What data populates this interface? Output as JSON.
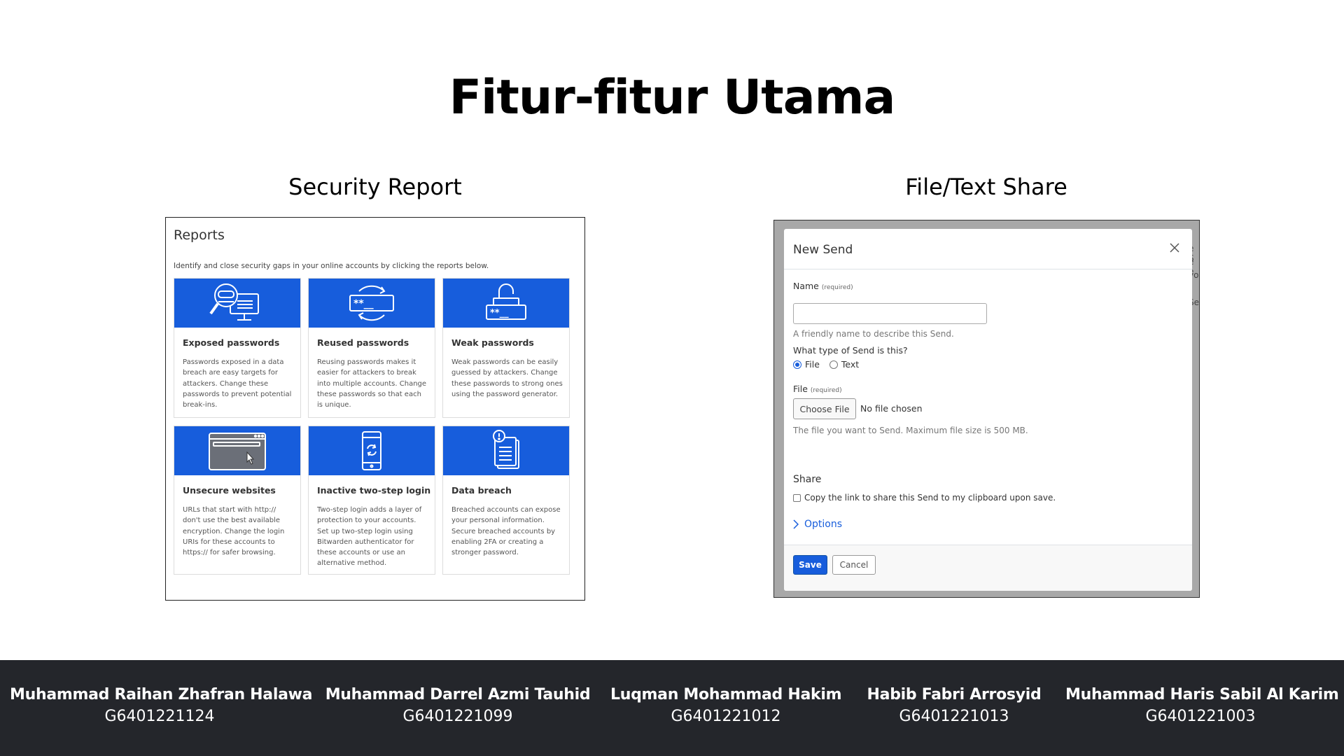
{
  "title": "Fitur-fitur Utama",
  "sections": {
    "left_label": "Security Report",
    "right_label": "File/Text Share"
  },
  "reports": {
    "title": "Reports",
    "subtitle": "Identify and close security gaps in your online accounts by clicking the reports below.",
    "banner_color": "#175ddc",
    "cards": [
      {
        "title": "Exposed passwords",
        "icon": "exposed-passwords-icon",
        "desc": "Passwords exposed in a data breach are easy targets for attackers. Change these passwords to prevent potential break-ins."
      },
      {
        "title": "Reused passwords",
        "icon": "reused-passwords-icon",
        "desc": "Reusing passwords makes it easier for attackers to break into multiple accounts. Change these passwords so that each is unique."
      },
      {
        "title": "Weak passwords",
        "icon": "weak-passwords-icon",
        "desc": "Weak passwords can be easily guessed by attackers. Change these passwords to strong ones using the password generator."
      },
      {
        "title": "Unsecure websites",
        "icon": "unsecure-websites-icon",
        "desc": "URLs that start with http:// don't use the best available encryption. Change the login URIs for these accounts to https:// for safer browsing."
      },
      {
        "title": "Inactive two-step login",
        "icon": "two-step-login-icon",
        "desc": "Two-step login adds a layer of protection to your accounts. Set up two-step login using Bitwarden authenticator for these accounts or use an alternative method."
      },
      {
        "title": "Data breach",
        "icon": "data-breach-icon",
        "desc": "Breached accounts can expose your personal information. Secure breached accounts by enabling 2FA or creating a stronger password."
      }
    ]
  },
  "send": {
    "title": "New Send",
    "name_label": "Name",
    "name_required": "(required)",
    "name_value": "",
    "name_hint": "A friendly name to describe this Send.",
    "type_label": "What type of Send is this?",
    "type_options": [
      "File",
      "Text"
    ],
    "type_selected": "File",
    "file_label": "File",
    "file_required": "(required)",
    "choose_file": "Choose File",
    "no_file": "No file chosen",
    "file_hint": "The file you want to Send. Maximum file size is 500 MB.",
    "share_label": "Share",
    "copy_link_label": "Copy the link to share this Send to my clipboard upon save.",
    "copy_link_checked": false,
    "options_label": "Options",
    "save_label": "Save",
    "cancel_label": "Cancel",
    "bg_fragments": [
      "e S",
      "e e",
      "yo",
      "Se"
    ]
  },
  "members": [
    {
      "name": "Muhammad Raihan Zhafran Halawa",
      "id": "G6401221124"
    },
    {
      "name": "Muhammad Darrel Azmi Tauhid",
      "id": "G6401221099"
    },
    {
      "name": "Luqman Mohammad Hakim",
      "id": "G6401221012"
    },
    {
      "name": "Habib Fabri Arrosyid",
      "id": "G6401221013"
    },
    {
      "name": "Muhammad Haris Sabil Al Karim",
      "id": "G6401221003"
    }
  ]
}
